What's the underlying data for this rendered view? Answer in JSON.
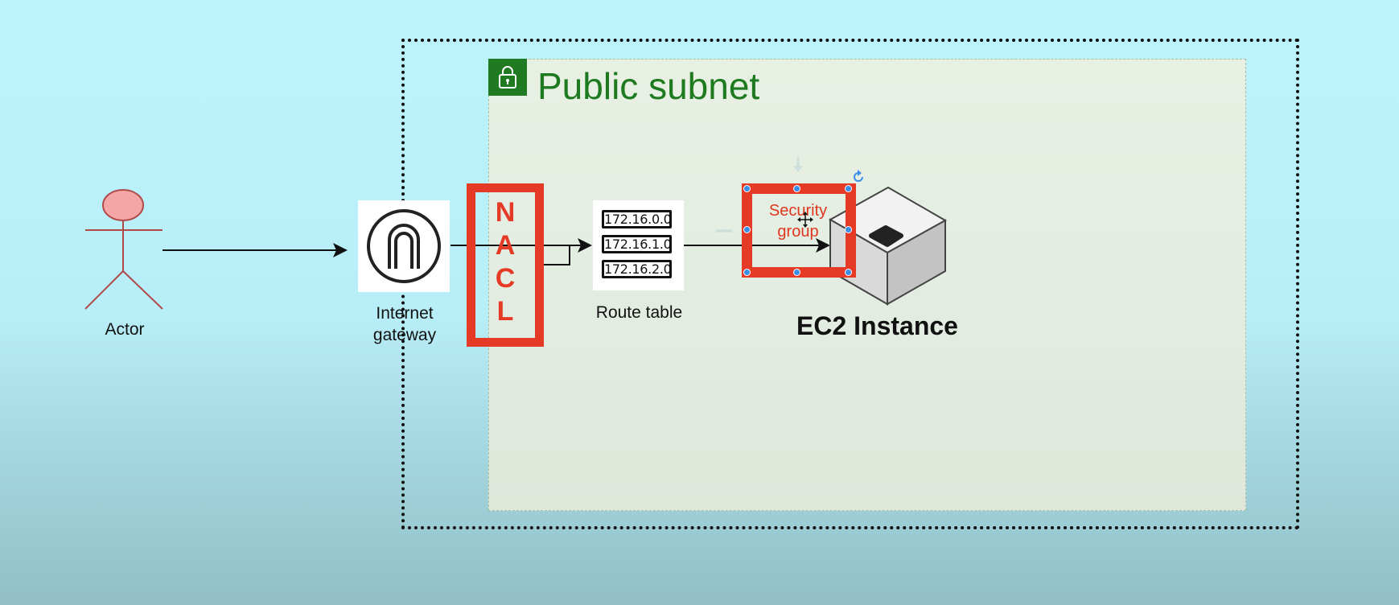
{
  "diagram": {
    "subnet_title": "Public subnet",
    "actor_label": "Actor",
    "igw_label": "Internet gateway",
    "nacl_letters": [
      "N",
      "A",
      "C",
      "L"
    ],
    "route_table": {
      "label": "Route table",
      "rows": [
        "172.16.0.0",
        "172.16.1.0",
        "172.16.2.0"
      ]
    },
    "security_group_label": "Security group",
    "ec2_label": "EC2 Instance"
  },
  "colors": {
    "subnet_green": "#1e7a1e",
    "nacl_red": "#e53b26",
    "selection_blue": "#3b8ee6"
  },
  "icons": [
    "lock-icon",
    "internet-gateway-icon",
    "ec2-cube-icon",
    "move-cursor-icon",
    "rotate-handle-icon"
  ]
}
